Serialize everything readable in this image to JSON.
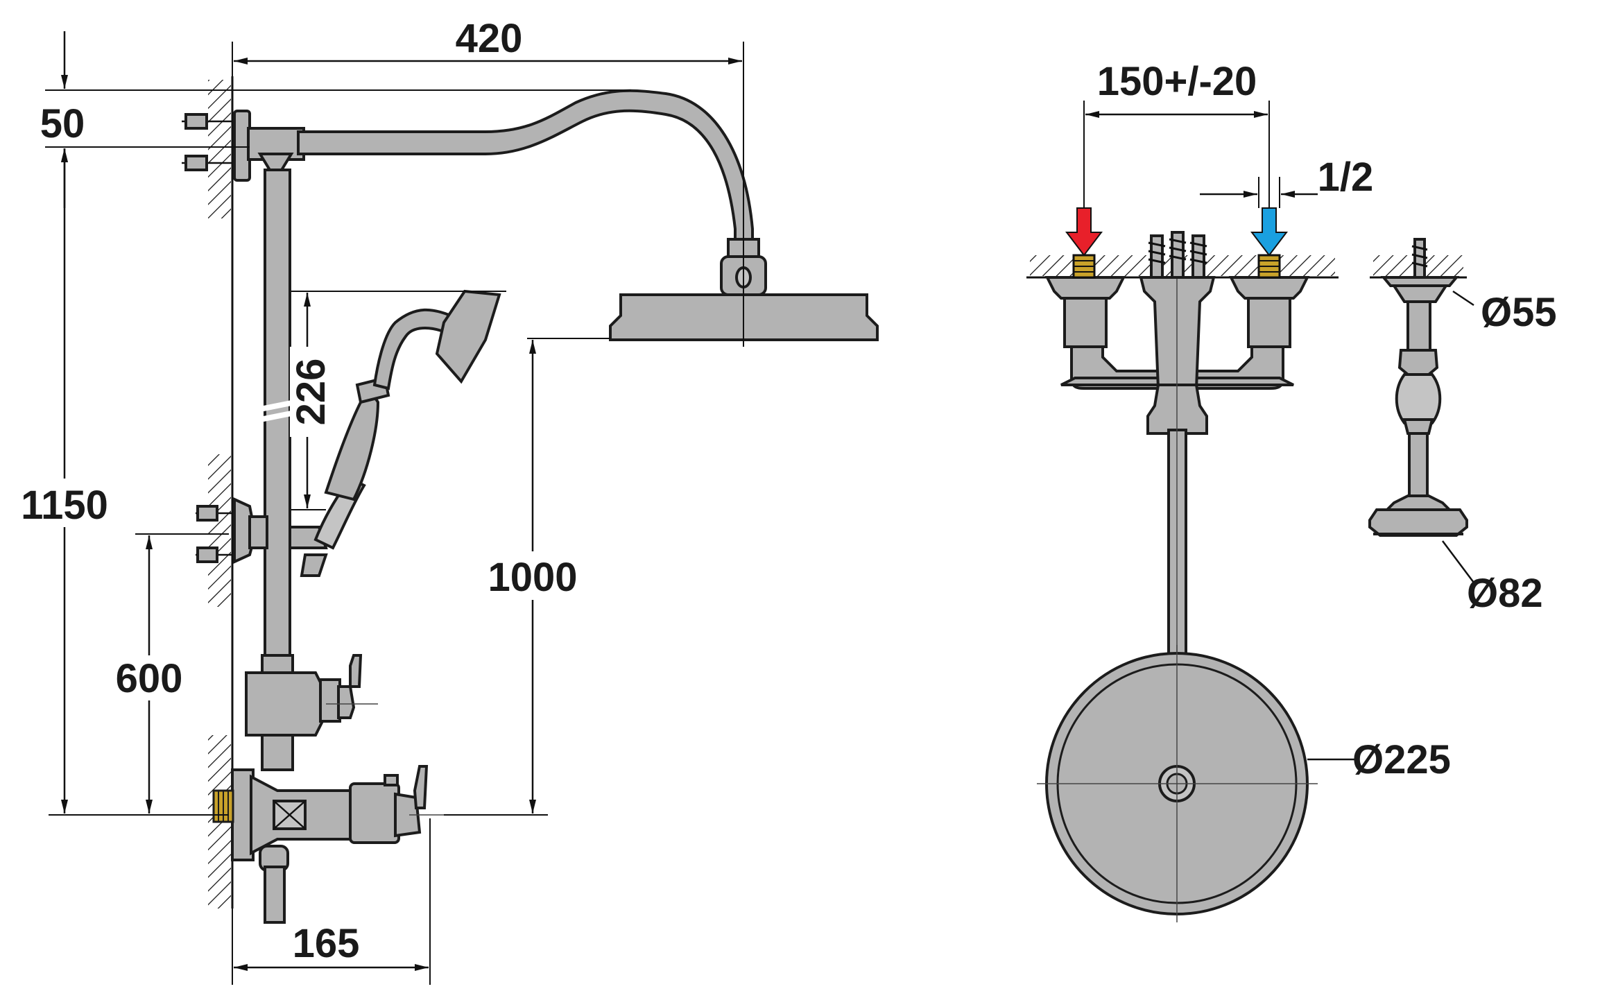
{
  "dimensions": {
    "top_width": "420",
    "wall_offset": "50",
    "total_height": "1150",
    "handshower_height": "226",
    "shower_head_height": "1000",
    "valve_height": "600",
    "valve_projection": "165",
    "inlet_spacing": "150+/-20",
    "thread_size": "1/2",
    "flange_small_diameter": "Ø55",
    "flange_large_diameter": "Ø82",
    "head_diameter": "Ø225"
  },
  "colors": {
    "hot_arrow": "#e8202a",
    "cold_arrow": "#1aa0e0",
    "thread_brass": "#c9a22a",
    "metal_fill": "#b3b3b3"
  },
  "icons": {
    "hot_indicator": "red-down-arrow",
    "cold_indicator": "blue-down-arrow"
  }
}
